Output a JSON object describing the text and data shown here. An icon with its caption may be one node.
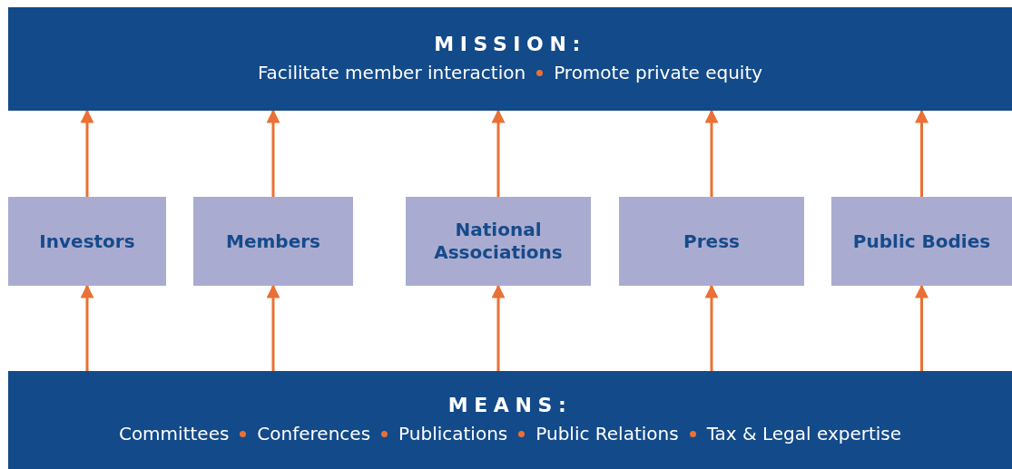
{
  "diagram": {
    "nodes": [
      {
        "text": [
          "MISSION:",
          "Facilitate member interaction",
          "Promote private equity"
        ]
      },
      {
        "text": [
          "Investors"
        ]
      },
      {
        "text": [
          "Members"
        ]
      },
      {
        "text": [
          "National Associations"
        ]
      },
      {
        "text": [
          "Press"
        ]
      },
      {
        "text": [
          "Public Bodies"
        ]
      },
      {
        "text": [
          "MEANS:",
          "Committees",
          "Conferences",
          "Publications",
          "Public Relations",
          "Tax & Legal expertise"
        ]
      }
    ],
    "edges": [
      {
        "from": 6,
        "to": 1,
        "arrow": "to"
      },
      {
        "from": 6,
        "to": 2,
        "arrow": "to"
      },
      {
        "from": 6,
        "to": 3,
        "arrow": "to"
      },
      {
        "from": 6,
        "to": 4,
        "arrow": "to"
      },
      {
        "from": 6,
        "to": 5,
        "arrow": "to"
      },
      {
        "from": 1,
        "to": 0,
        "arrow": "to"
      },
      {
        "from": 2,
        "to": 0,
        "arrow": "to"
      },
      {
        "from": 3,
        "to": 0,
        "arrow": "to"
      },
      {
        "from": 4,
        "to": 0,
        "arrow": "to"
      },
      {
        "from": 5,
        "to": 0,
        "arrow": "to"
      }
    ]
  }
}
